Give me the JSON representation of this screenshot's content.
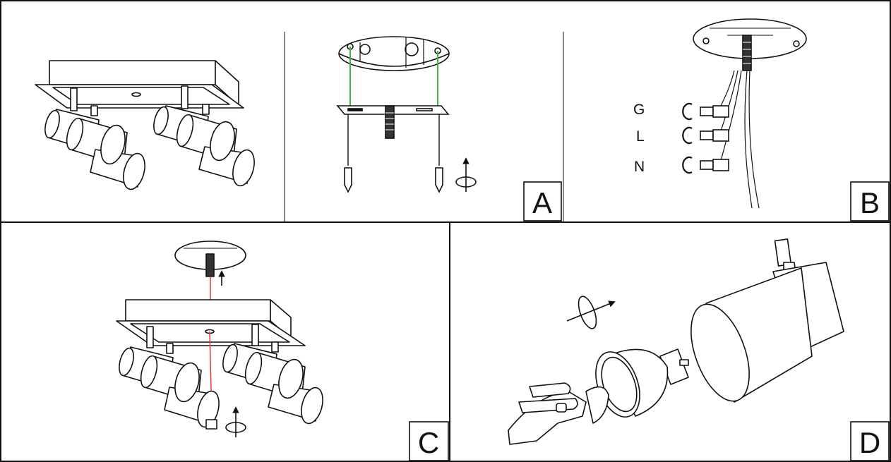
{
  "steps": [
    {
      "id": "A",
      "label": "A"
    },
    {
      "id": "B",
      "label": "B"
    },
    {
      "id": "C",
      "label": "C"
    },
    {
      "id": "D",
      "label": "D"
    }
  ],
  "wire_labels": [
    "G",
    "L",
    "N"
  ],
  "colors": {
    "line": "#111111",
    "guide_green": "#3fb33f",
    "guide_red": "#e03a3a",
    "background": "#ffffff"
  }
}
